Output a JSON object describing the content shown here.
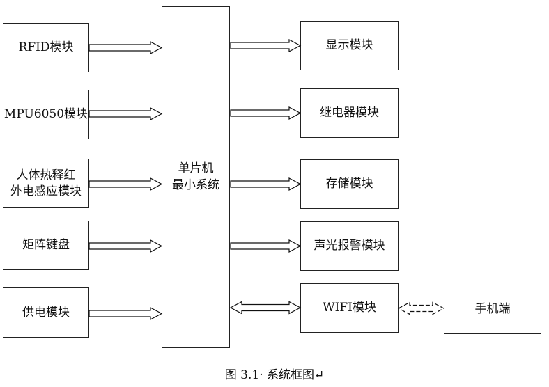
{
  "core": {
    "label": "单片机\n最小系统"
  },
  "inputs": [
    {
      "id": "rfid",
      "label": "RFID模块"
    },
    {
      "id": "mpu",
      "label": "MPU6050模块"
    },
    {
      "id": "pir",
      "label": "人体热释红\n外电感应模块"
    },
    {
      "id": "keypad",
      "label": "矩阵键盘"
    },
    {
      "id": "power",
      "label": "供电模块"
    }
  ],
  "outputs": [
    {
      "id": "display",
      "label": "显示模块"
    },
    {
      "id": "relay",
      "label": "继电器模块"
    },
    {
      "id": "storage",
      "label": "存储模块"
    },
    {
      "id": "alarm",
      "label": "声光报警模块"
    },
    {
      "id": "wifi",
      "label": "WIFI模块"
    }
  ],
  "phone": {
    "label": "手机端"
  },
  "caption": "图 3.1· 系统框图↵"
}
